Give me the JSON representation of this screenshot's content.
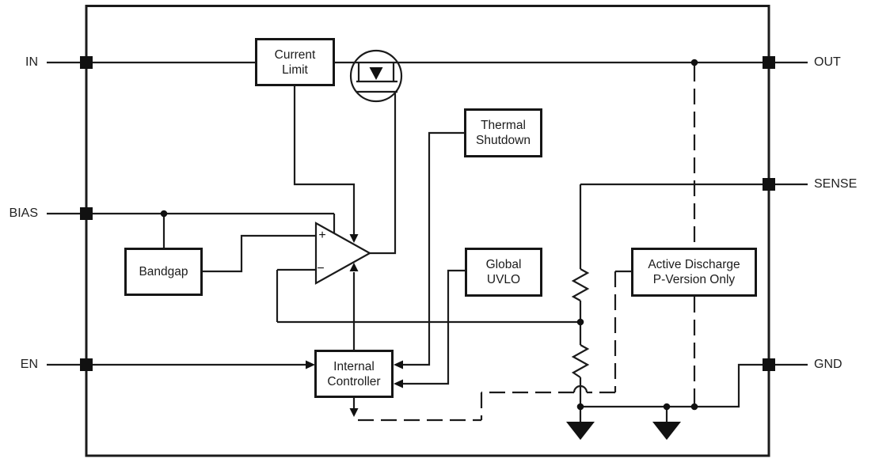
{
  "pins": {
    "in": "IN",
    "bias": "BIAS",
    "en": "EN",
    "out": "OUT",
    "sense": "SENSE",
    "gnd": "GND"
  },
  "blocks": {
    "current_limit": {
      "line1": "Current",
      "line2": "Limit"
    },
    "thermal_shutdown": {
      "line1": "Thermal",
      "line2": "Shutdown"
    },
    "bandgap": {
      "line1": "Bandgap"
    },
    "global_uvlo": {
      "line1": "Global",
      "line2": "UVLO"
    },
    "active_discharge": {
      "line1": "Active Discharge",
      "line2": "P-Version Only"
    },
    "internal_controller": {
      "line1": "Internal",
      "line2": "Controller"
    }
  },
  "error_amplifier": {
    "plus_label": "+",
    "minus_label": "−"
  },
  "colors": {
    "wire": "#1b1b1b",
    "background": "#ffffff",
    "box_border": "#161616"
  }
}
